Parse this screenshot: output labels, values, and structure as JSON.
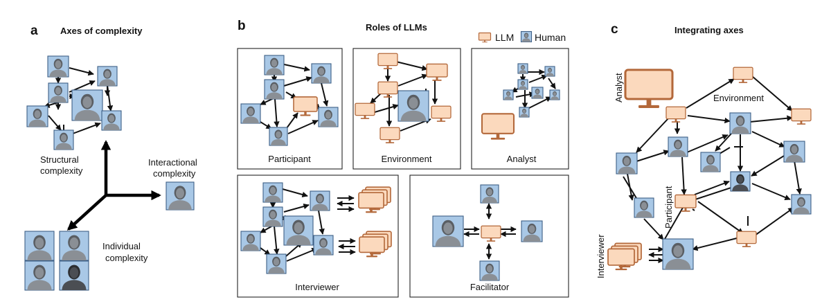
{
  "panels": {
    "a": {
      "letter": "a",
      "title": "Axes of complexity"
    },
    "b": {
      "letter": "b",
      "title": "Roles of LLMs"
    },
    "c": {
      "letter": "c",
      "title": "Integrating axes"
    }
  },
  "legend": {
    "llm": "LLM",
    "human": "Human"
  },
  "axes": {
    "structural": [
      "Structural",
      "complexity"
    ],
    "interactional": [
      "Interactional",
      "complexity"
    ],
    "individual": [
      "Individual",
      "complexity"
    ]
  },
  "roles": {
    "participant": "Participant",
    "environment": "Environment",
    "analyst": "Analyst",
    "interviewer": "Interviewer",
    "facilitator": "Facilitator"
  },
  "integrating": {
    "analyst": "Analyst",
    "environment": "Environment",
    "participant": "Participant",
    "interviewer": "Interviewer"
  },
  "colors": {
    "human_fill": "#a9c8e6",
    "human_border": "#3d5f86",
    "person_gray": "#8a8f95",
    "person_dark": "#4b4e53",
    "llm_fill": "#fbd9bd",
    "llm_border": "#b3683a",
    "edge": "#111111"
  },
  "icons": [
    "human-icon",
    "llm-icon",
    "arrow-icon"
  ]
}
